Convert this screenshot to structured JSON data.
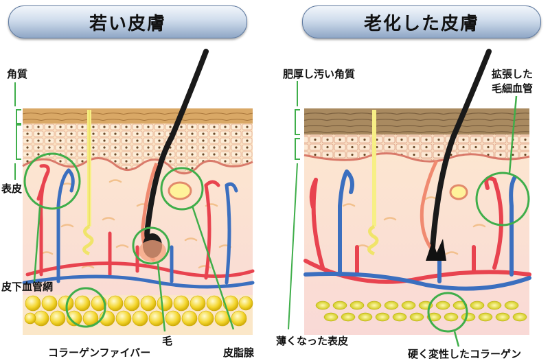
{
  "titles": {
    "young": "若い皮膚",
    "aged": "老化した皮膚"
  },
  "labels_young": {
    "stratum_corneum": "角質",
    "epidermis": "表皮",
    "subcutaneous_vessel_network": "皮下血管網",
    "collagen_fiber": "コラーゲンファイバー",
    "hair": "毛",
    "sebaceous_gland": "皮脂腺"
  },
  "labels_aged": {
    "thick_dirty_stratum_corneum": "肥厚し汚い角質",
    "dilated_capillaries_line1": "拡張した",
    "dilated_capillaries_line2": "毛細血管",
    "thinned_epidermis": "薄くなった表皮",
    "hardened_collagen": "硬く変性したコラーゲン"
  },
  "colors": {
    "title_text": "#111111",
    "callout_circle": "#3fae4a",
    "artery": "#e8434f",
    "vein": "#3b6fbf",
    "hair": "#1a1a1a",
    "fat": "#f2d22e",
    "stratum_young": "#c9965a",
    "stratum_aged": "#9c7b52",
    "dermis": "#fbe3c4"
  }
}
